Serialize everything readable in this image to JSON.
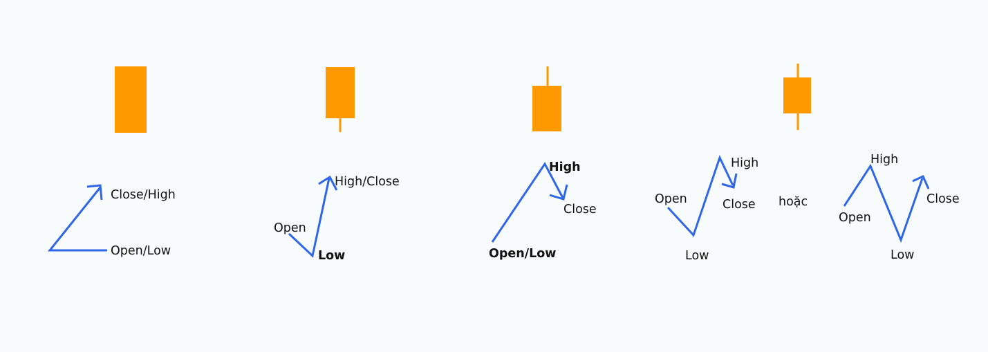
{
  "colors": {
    "background": "#f8fbfc",
    "candle": "#ff9900",
    "path": "#2f66e8",
    "text": "#111111"
  },
  "panels": [
    {
      "candle": "body-only",
      "labels": {
        "close_high": "Close/High",
        "open_low": "Open/Low"
      }
    },
    {
      "candle": "lower-wick",
      "labels": {
        "high_close": "High/Close",
        "open": "Open",
        "low": "Low"
      }
    },
    {
      "candle": "upper-wick",
      "labels": {
        "high": "High",
        "close": "Close",
        "open_low": "Open/Low"
      }
    },
    {
      "candle": "both-wicks",
      "labels": {
        "open": "Open",
        "low": "Low",
        "high": "High",
        "close": "Close"
      },
      "separator": "hoặc",
      "alt_labels": {
        "high": "High",
        "open": "Open",
        "low": "Low",
        "close": "Close"
      }
    }
  ]
}
